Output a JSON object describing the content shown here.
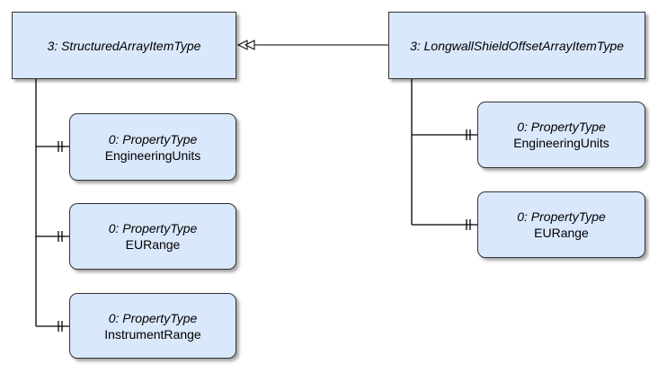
{
  "diagram": {
    "parent_type": {
      "label": "3: StructuredArrayItemType"
    },
    "subtype": {
      "label": "3: LongwallShieldOffsetArrayItemType"
    },
    "relationship": "inherits",
    "parent_properties": [
      {
        "type": "0: PropertyType",
        "name": "EngineeringUnits"
      },
      {
        "type": "0: PropertyType",
        "name": "EURange"
      },
      {
        "type": "0: PropertyType",
        "name": "InstrumentRange"
      }
    ],
    "subtype_properties": [
      {
        "type": "0: PropertyType",
        "name": "EngineeringUnits"
      },
      {
        "type": "0: PropertyType",
        "name": "EURange"
      }
    ],
    "colors": {
      "box_fill": "#dae8fc",
      "box_border": "#333333",
      "line": "#000000"
    }
  }
}
